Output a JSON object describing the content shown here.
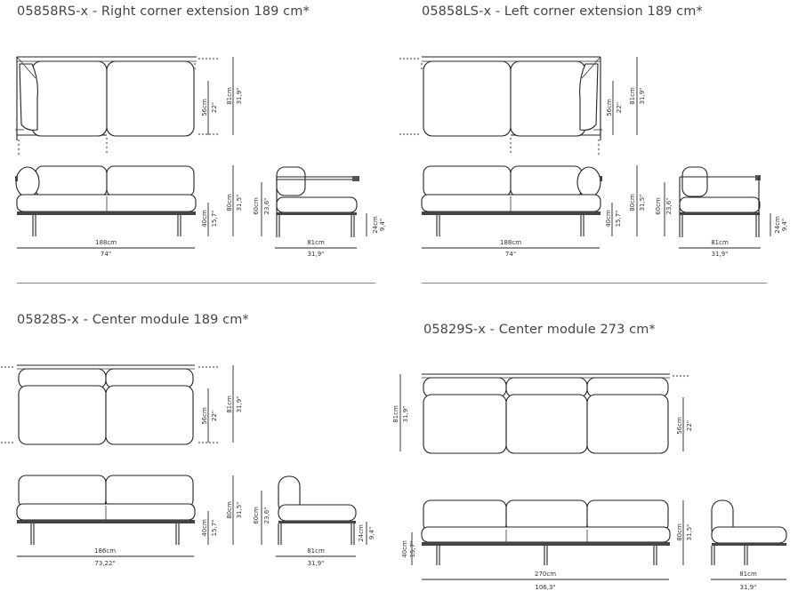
{
  "modules": [
    {
      "title": "05858RS-x - Right corner extension 189 cm*",
      "top": {
        "depth_cm": "56cm",
        "depth_in": "22\"",
        "total_cm": "81cm",
        "total_in": "31,9\""
      },
      "front": {
        "seat_cm": "40cm",
        "seat_in": "15,7\"",
        "height_cm": "80cm",
        "height_in": "31,5\"",
        "width_cm": "188cm",
        "width_in": "74\""
      },
      "side": {
        "arm_cm": "60cm",
        "arm_in": "23,6\"",
        "leg_cm": "24cm",
        "leg_in": "9,4\"",
        "depth_cm": "81cm",
        "depth_in": "31,9\""
      }
    },
    {
      "title": "05858LS-x - Left corner extension 189 cm*",
      "top": {
        "depth_cm": "56cm",
        "depth_in": "22\"",
        "total_cm": "81cm",
        "total_in": "31,9\""
      },
      "front": {
        "seat_cm": "40cm",
        "seat_in": "15,7\"",
        "height_cm": "80cm",
        "height_in": "31,5\"",
        "width_cm": "188cm",
        "width_in": "74\""
      },
      "side": {
        "arm_cm": "60cm",
        "arm_in": "23,6\"",
        "leg_cm": "24cm",
        "leg_in": "9,4\"",
        "depth_cm": "81cm",
        "depth_in": "31,9\""
      }
    },
    {
      "title": "05828S-x - Center module 189 cm*",
      "top": {
        "depth_cm": "56cm",
        "depth_in": "22\"",
        "total_cm": "81cm",
        "total_in": "31,9\""
      },
      "front": {
        "seat_cm": "40cm",
        "seat_in": "15,7\"",
        "height_cm": "80cm",
        "height_in": "31,5\"",
        "width_cm": "186cm",
        "width_in": "73,22\""
      },
      "side": {
        "arm_cm": "60cm",
        "arm_in": "23,6\"",
        "leg_cm": "24cm",
        "leg_in": "9,4\"",
        "depth_cm": "81cm",
        "depth_in": "31,9\""
      }
    },
    {
      "title": "05829S-x - Center module 273 cm*",
      "top": {
        "total_cm": "81cm",
        "total_in": "31,9\"",
        "depth_cm": "56cm",
        "depth_in": "22\""
      },
      "front": {
        "seat_cm": "40cm",
        "seat_in": "15,7\"",
        "height_cm": "80cm",
        "height_in": "31,5\"",
        "width_cm": "270cm",
        "width_in": "106,3\""
      },
      "side": {
        "depth_cm": "81cm",
        "depth_in": "31,9\""
      }
    }
  ]
}
